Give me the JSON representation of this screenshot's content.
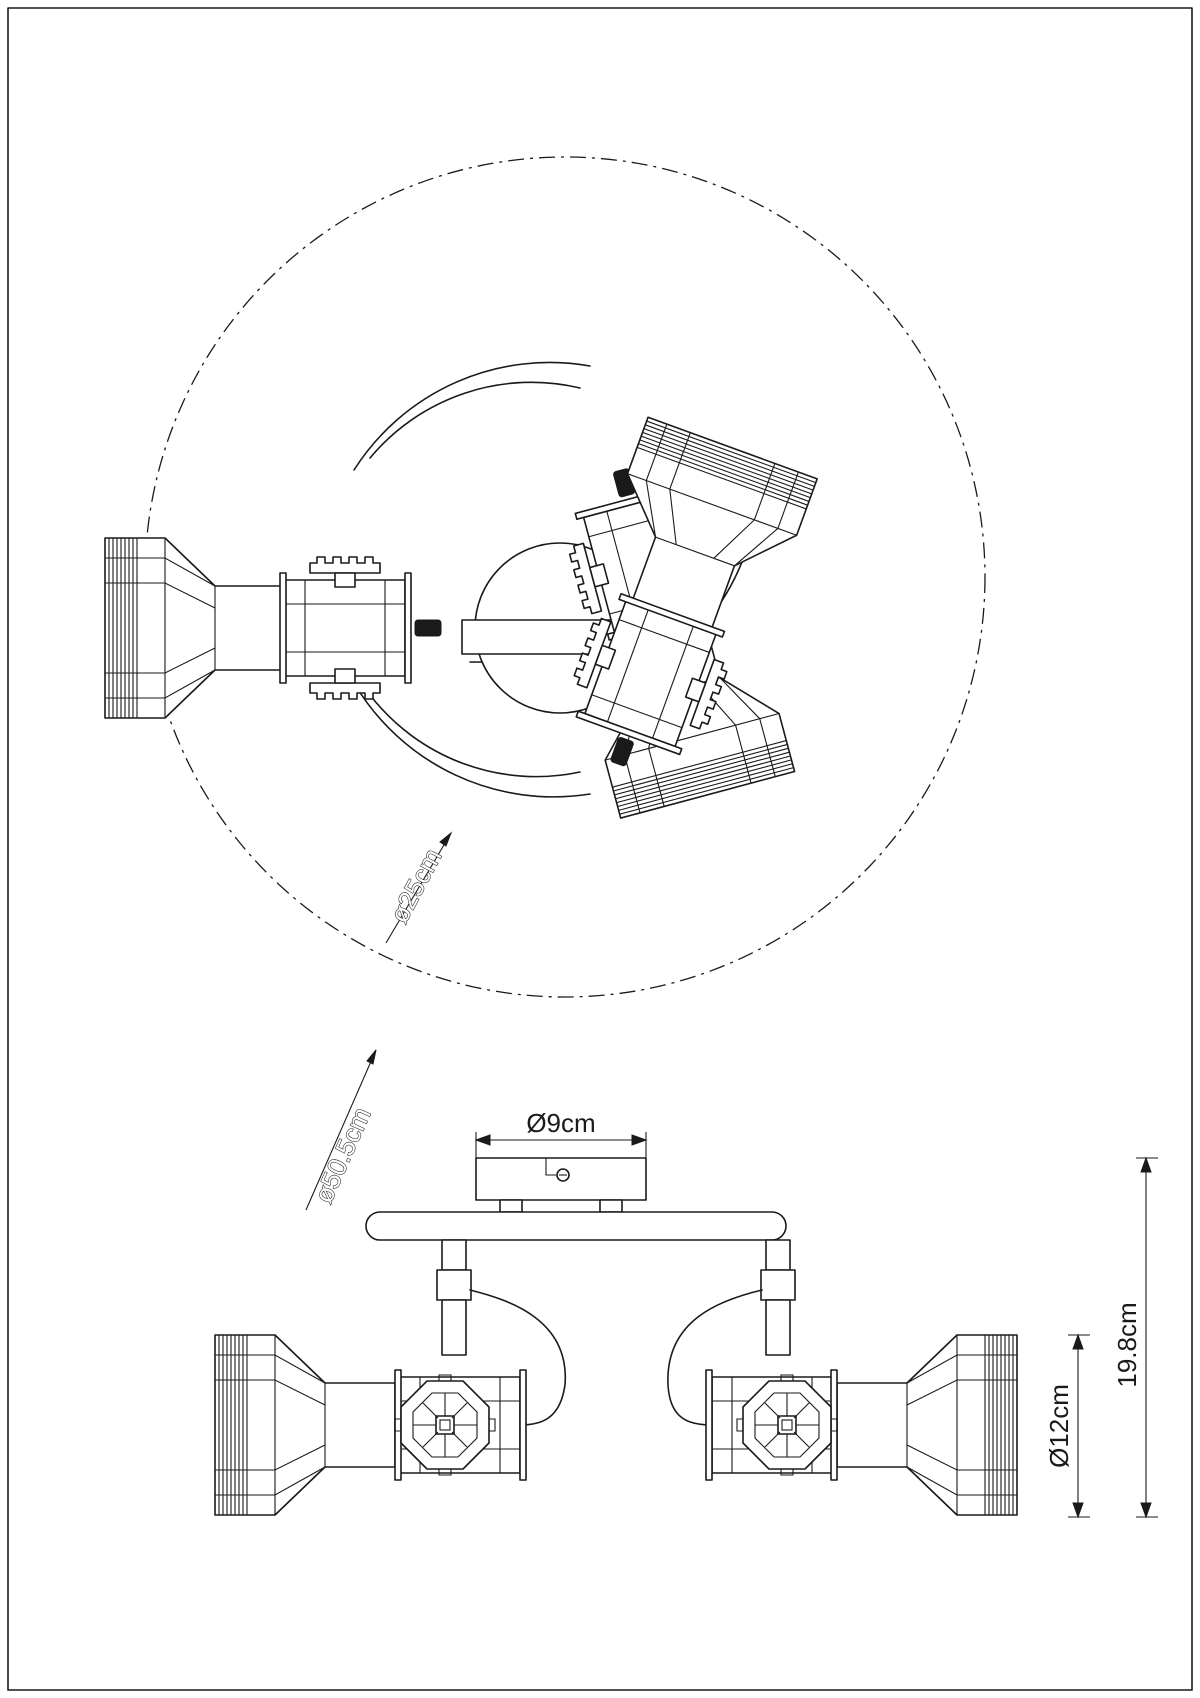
{
  "dimensions": {
    "outer_diameter": "ø50.5cm",
    "arm_diameter": "ø25cm",
    "canopy_diameter": "Ø9cm",
    "shade_diameter": "Ø12cm",
    "height": "19.8cm"
  },
  "views": {
    "top": {
      "spotlights": 3
    },
    "side": {
      "spotlights": 2
    }
  }
}
